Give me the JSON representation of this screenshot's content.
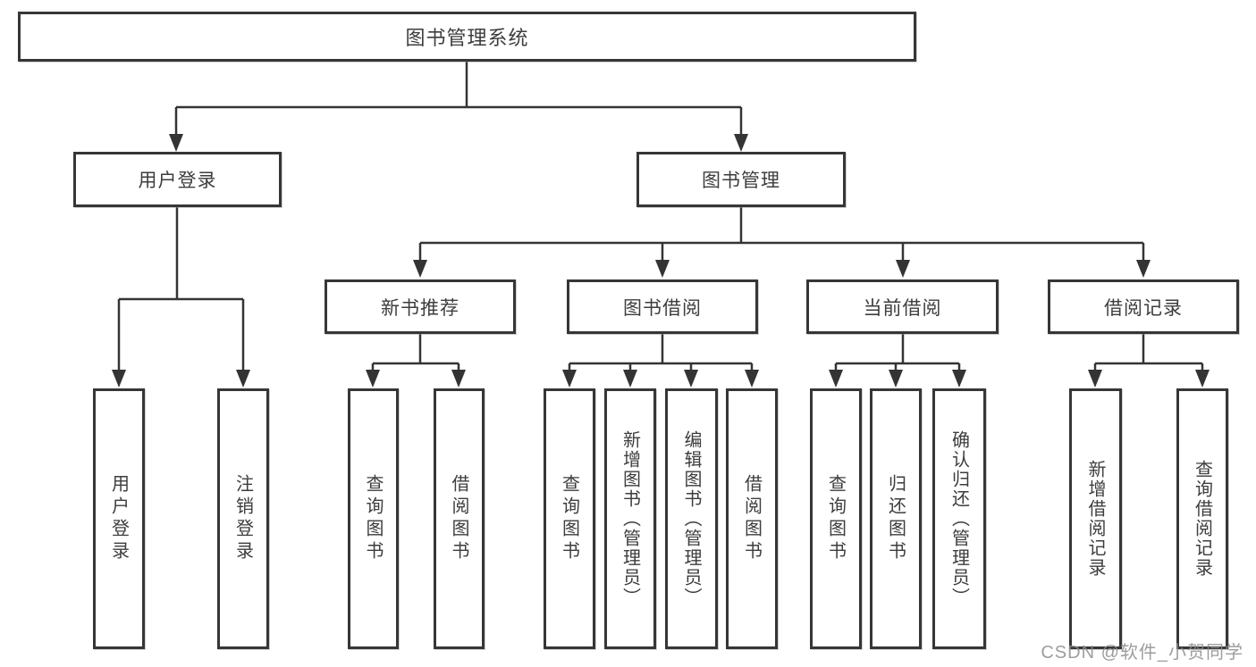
{
  "diagram": {
    "tree": {
      "label": "图书管理系统",
      "children": [
        {
          "label": "用户登录",
          "children": [
            {
              "label": "用户登录"
            },
            {
              "label": "注销登录"
            }
          ]
        },
        {
          "label": "图书管理",
          "children": [
            {
              "label": "新书推荐",
              "children": [
                {
                  "label": "查询图书"
                },
                {
                  "label": "借阅图书"
                }
              ]
            },
            {
              "label": "图书借阅",
              "children": [
                {
                  "label": "查询图书"
                },
                {
                  "label": "新增图书（管理员）"
                },
                {
                  "label": "编辑图书（管理员）"
                },
                {
                  "label": "借阅图书"
                }
              ]
            },
            {
              "label": "当前借阅",
              "children": [
                {
                  "label": "查询图书"
                },
                {
                  "label": "归还图书"
                },
                {
                  "label": "确认归还（管理员）"
                }
              ]
            },
            {
              "label": "借阅记录",
              "children": [
                {
                  "label": "新增借阅记录"
                },
                {
                  "label": "查询借阅记录"
                }
              ]
            }
          ]
        }
      ]
    }
  },
  "watermark": {
    "text": "CSDN @软件_小贺同学"
  },
  "colors": {
    "line": "#343434",
    "box_border": "#363636",
    "text": "#3d3d3d",
    "watermark": "#8c8c8c",
    "background": "#ffffff"
  }
}
